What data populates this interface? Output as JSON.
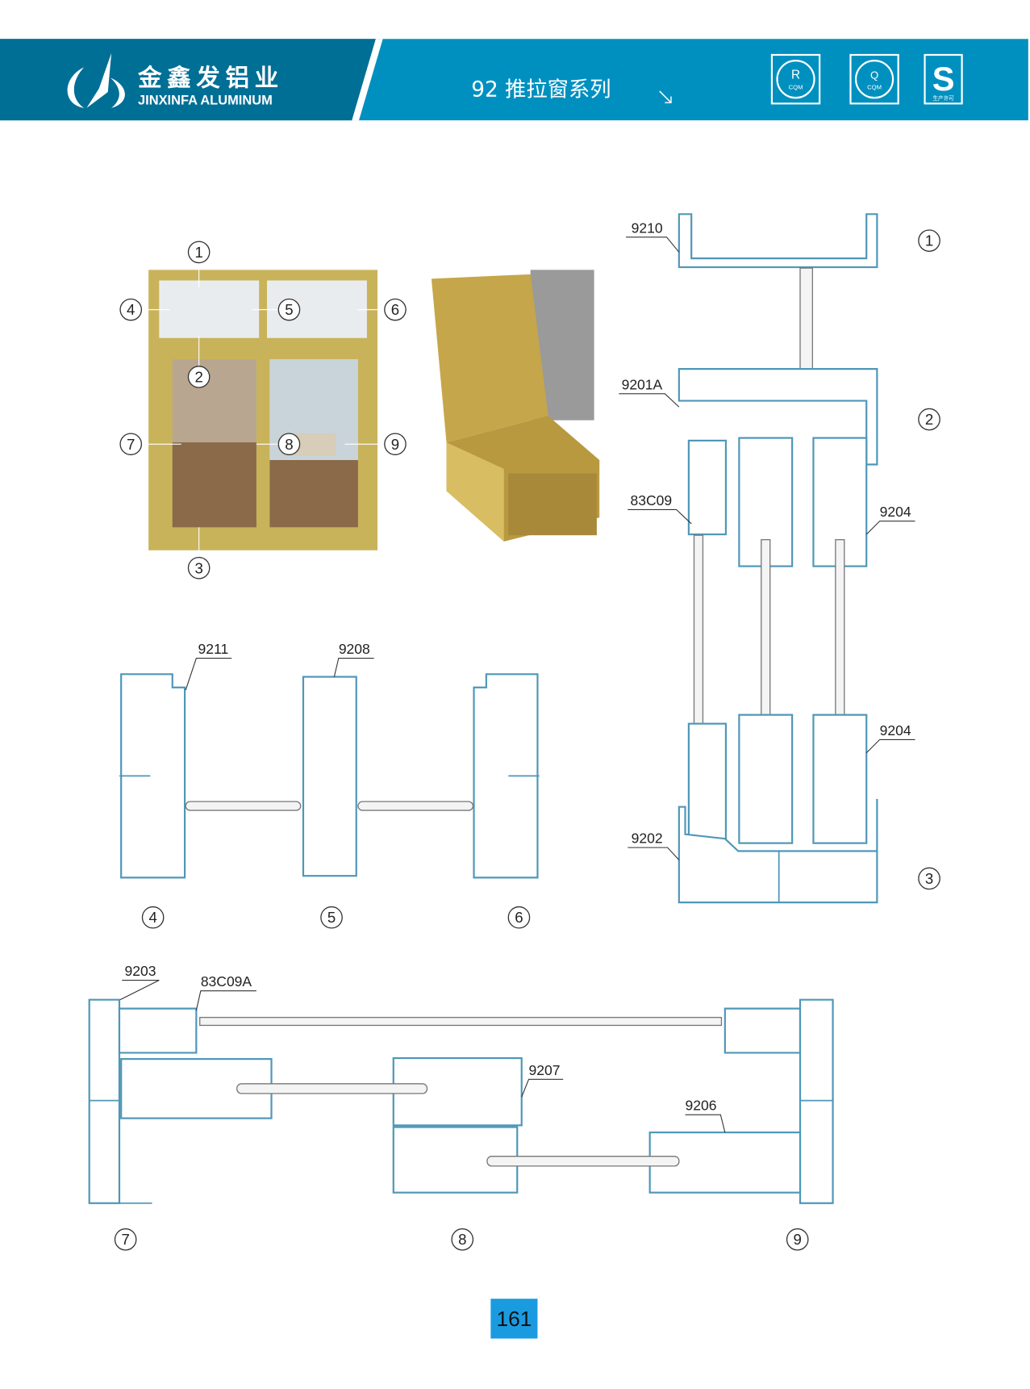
{
  "header": {
    "brand_cn": "金鑫发铝业",
    "brand_en": "JINXINFA ALUMINUM",
    "series_title": "92 推拉窗系列",
    "arrow_icon": "arrow-down-right-icon",
    "badges": [
      {
        "letter": "R",
        "text": "CQM"
      },
      {
        "letter": "Q",
        "text": "CQM"
      },
      {
        "letter": "S",
        "text": "生产许可"
      }
    ],
    "colors": {
      "dark": "#006f96",
      "light": "#0090c0"
    }
  },
  "window_callouts": [
    "1",
    "2",
    "3",
    "4",
    "5",
    "6",
    "7",
    "8",
    "9"
  ],
  "section_callouts": {
    "right": [
      "1",
      "2",
      "3"
    ],
    "middle": [
      "4",
      "5",
      "6"
    ],
    "bottom": [
      "7",
      "8",
      "9"
    ]
  },
  "part_labels": {
    "p9210": "9210",
    "p9201A": "9201A",
    "p83C09": "83C09",
    "p9204a": "9204",
    "p9204b": "9204",
    "p9202": "9202",
    "p9211": "9211",
    "p9208": "9208",
    "p9203": "9203",
    "p83C09A": "83C09A",
    "p9207": "9207",
    "p9206": "9206"
  },
  "page_number": "161",
  "colors": {
    "profile_stroke": "#4f97b8",
    "page_box": "#1a9be0",
    "frame_gold": "#c9b35a"
  }
}
